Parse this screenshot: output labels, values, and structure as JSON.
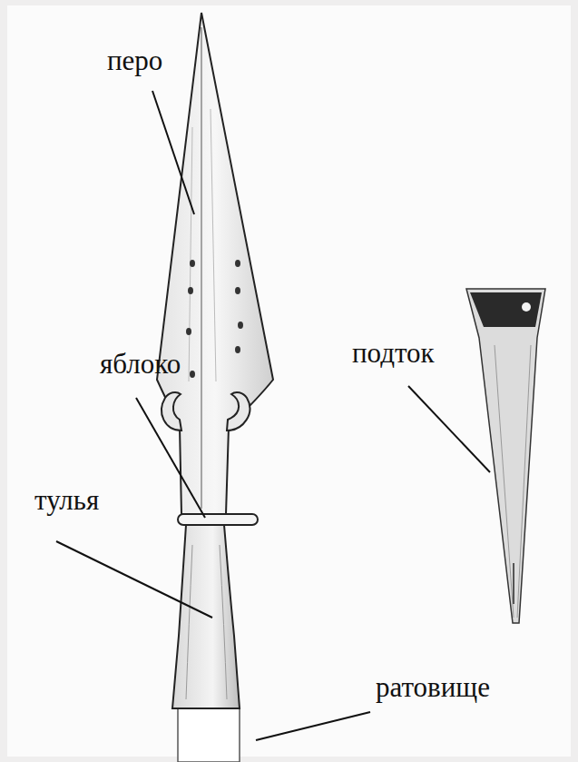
{
  "diagram": {
    "labels": [
      "перо",
      "яблоко",
      "тулья",
      "ратовище",
      "подток"
    ]
  }
}
